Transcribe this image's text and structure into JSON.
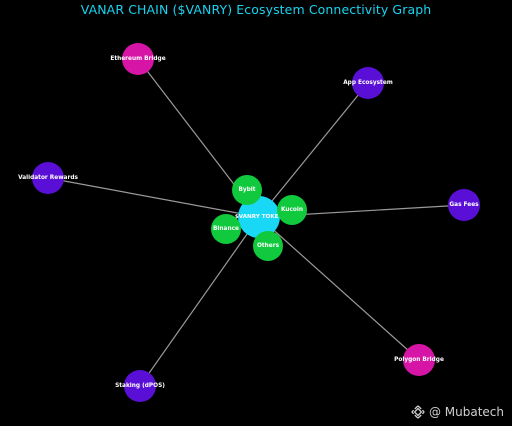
{
  "title": "VANAR CHAIN ($VANRY) Ecosystem Connectivity Graph",
  "colors": {
    "background": "#000000",
    "title": "#19d3f0",
    "edge": "#9a9a9a",
    "token_node": "#19d8f5",
    "exchange_node": "#11c93c",
    "ecosystem_node": "#5a0fd6",
    "bridge_node": "#d615a6"
  },
  "nodes": [
    {
      "id": "vanry",
      "label": "$VANRY TOKEN",
      "kind": "token"
    },
    {
      "id": "bybit",
      "label": "Bybit",
      "kind": "exchange"
    },
    {
      "id": "kucoin",
      "label": "Kucoin",
      "kind": "exchange"
    },
    {
      "id": "binance",
      "label": "Binance",
      "kind": "exchange"
    },
    {
      "id": "others",
      "label": "Others",
      "kind": "exchange"
    },
    {
      "id": "eth_bridge",
      "label": "Ethereum Bridge",
      "kind": "bridge"
    },
    {
      "id": "app_eco",
      "label": "App Ecosystem",
      "kind": "ecosystem"
    },
    {
      "id": "validator",
      "label": "Validator Rewards",
      "kind": "ecosystem"
    },
    {
      "id": "gas",
      "label": "Gas Fees",
      "kind": "ecosystem"
    },
    {
      "id": "polygon_bridge",
      "label": "Polygon Bridge",
      "kind": "bridge"
    },
    {
      "id": "staking",
      "label": "Staking (dPOS)",
      "kind": "ecosystem"
    }
  ],
  "edges": [
    [
      "vanry",
      "eth_bridge"
    ],
    [
      "vanry",
      "app_eco"
    ],
    [
      "vanry",
      "validator"
    ],
    [
      "vanry",
      "gas"
    ],
    [
      "vanry",
      "polygon_bridge"
    ],
    [
      "vanry",
      "staking"
    ],
    [
      "vanry",
      "bybit"
    ],
    [
      "vanry",
      "kucoin"
    ],
    [
      "vanry",
      "binance"
    ],
    [
      "vanry",
      "others"
    ]
  ],
  "watermark": {
    "text": "@ Mubatech",
    "icon": "binance-logo-icon"
  }
}
